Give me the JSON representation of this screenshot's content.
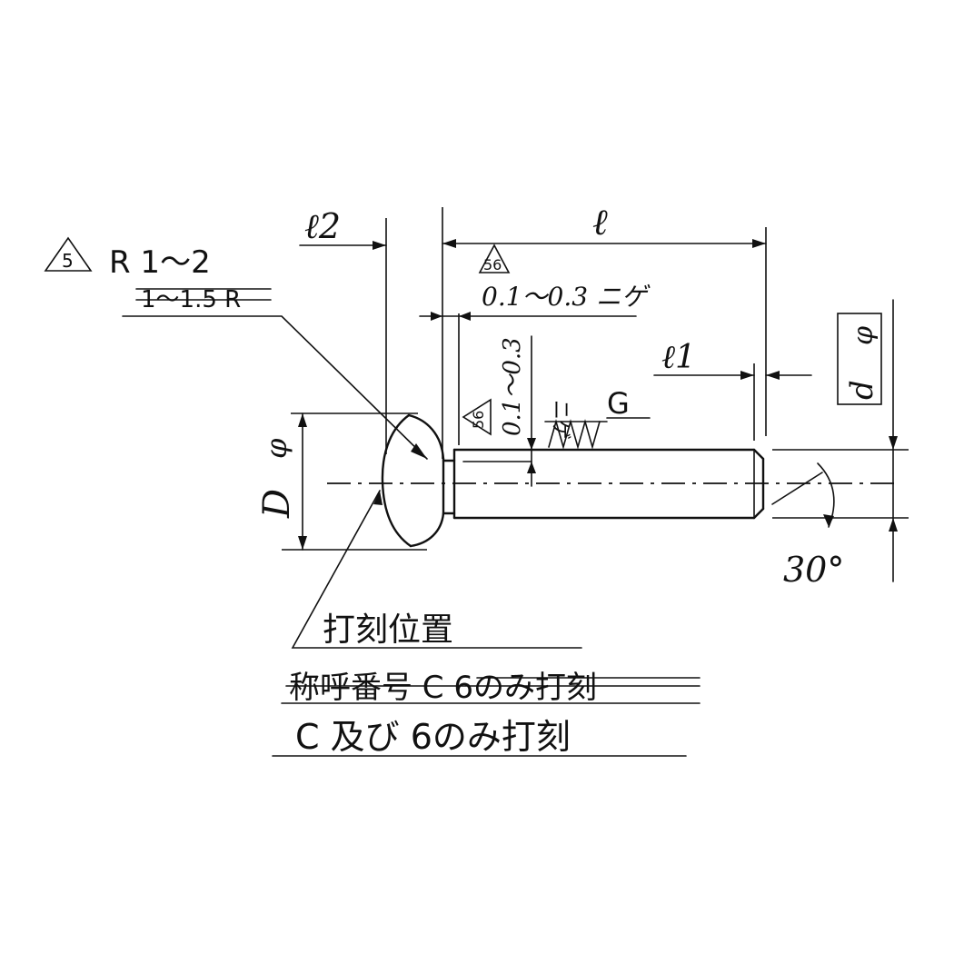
{
  "labels": {
    "l2": "ℓ2",
    "l": "ℓ",
    "l1": "ℓ1",
    "D": "D",
    "D_phi": "φ",
    "d": "d",
    "d_phi": "φ",
    "r_label": "R 1～2",
    "r_struck": "1～1.5 R",
    "chamfer_top": "0.1～0.3 ニゲ",
    "chamfer_side": "0.1～0.3",
    "chamfer_side_nige": "ニゲ",
    "g_symbol": "G",
    "angle": "30°",
    "finish_5": "5",
    "finish_56_top": "56",
    "finish_56_side": "56",
    "note_position": "打刻位置",
    "note_struck": "称呼番号 C 6のみ打刻",
    "note_final": "C 及び 6のみ打刻"
  }
}
